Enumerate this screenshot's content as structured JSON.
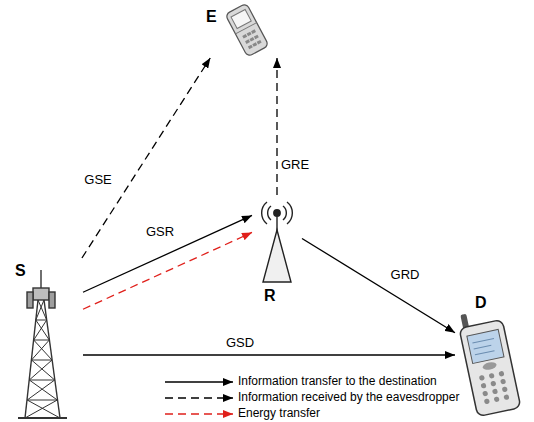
{
  "diagram": {
    "nodes": [
      {
        "text": [
          "E"
        ]
      },
      {
        "text": [
          "R"
        ]
      },
      {
        "text": [
          "S"
        ]
      },
      {
        "text": [
          "D"
        ]
      }
    ],
    "edges": [
      {
        "from": 2,
        "to": 0,
        "arrow": "to",
        "label": "GSE"
      },
      {
        "from": 2,
        "to": 1,
        "arrow": "to",
        "label": "GSR"
      },
      {
        "from": 2,
        "to": 1,
        "arrow": "to"
      },
      {
        "from": 1,
        "to": 0,
        "arrow": "to",
        "label": "GRE"
      },
      {
        "from": 1,
        "to": 3,
        "arrow": "to",
        "label": "GRD"
      },
      {
        "from": 2,
        "to": 3,
        "arrow": "to",
        "label": "GSD"
      }
    ],
    "legend": [
      {
        "text": "Information transfer to the destination"
      },
      {
        "text": "Information received by the eavesdropper"
      },
      {
        "text": "Energy transfer"
      }
    ]
  }
}
